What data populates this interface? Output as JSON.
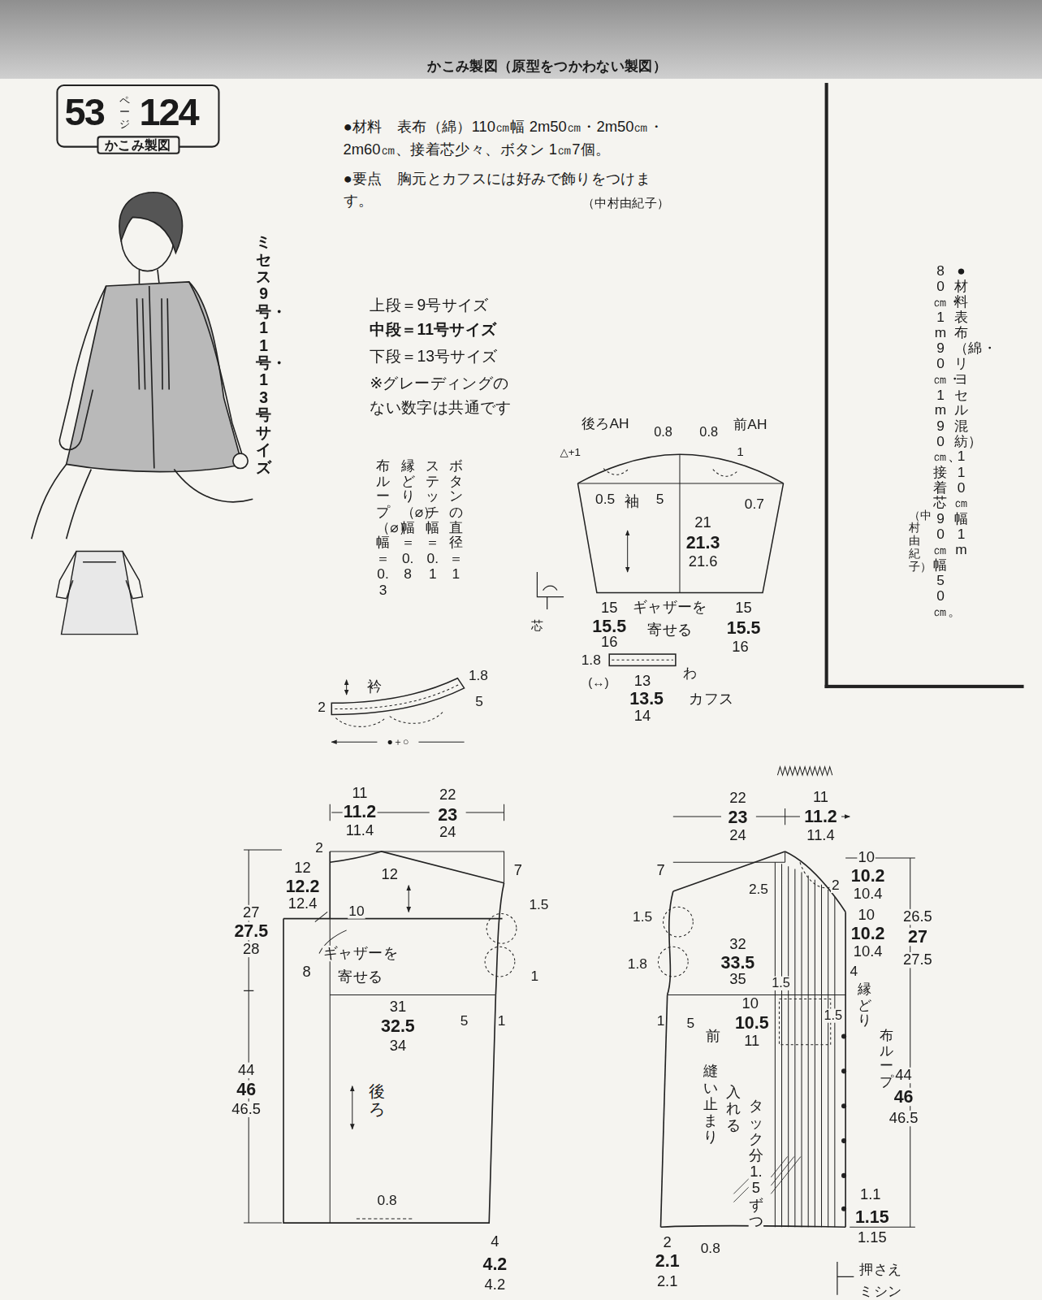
{
  "diagram": {
    "nodes": [
      {
        "text": [
          "53",
          "ページ",
          "124",
          "かこみ製図"
        ]
      },
      {
        "text": [
          "●材料　表布（綿・リヨセル混紡）110㎝幅1m",
          "80㎝・1m90㎝・1m90㎝、接着芯90㎝幅50㎝。",
          "（中村由紀子）"
        ]
      }
    ],
    "labels": [
      "かこみ製図（原型をつかわない製図）",
      "●材料　表布（綿）110㎝幅 2m50㎝・2m50㎝・2m60㎝、接着芯少々、ボタン 1㎝7個。",
      "●要点　胸元とカフスには好みで飾りをつけます。",
      "（中村由紀子）",
      "ミセス9号・11号・13号サイズ",
      "上段＝9号サイズ",
      "中段＝11号サイズ",
      "下段＝13号サイズ",
      "※グレーディングの",
      "ない数字は共通です",
      "ボタンの直径＝1",
      "ステッチ幅＝0.1",
      "縁どり（⌀）幅＝0.8",
      "布ループ（⌀）幅＝0.3",
      "後ろAH",
      "0.8",
      "0.8",
      "前AH",
      "△+1",
      "1",
      "0.5",
      "袖",
      "5",
      "0.7",
      "21",
      "21.3",
      "21.6",
      "15",
      "15.5",
      "16",
      "ギャザーを",
      "寄せる",
      "15",
      "15.5",
      "16",
      "1.8",
      "わ",
      "(↔)",
      "13",
      "13.5",
      "14",
      "カフス",
      "芯",
      "衿",
      "1.8",
      "2",
      "5",
      "●＋○",
      "11",
      "11.2",
      "11.4",
      "22",
      "23",
      "24",
      "2",
      "12",
      "12.2",
      "12.4",
      "12",
      "7",
      "1.5",
      "27",
      "27.5",
      "28",
      "10",
      "ギャザーを",
      "寄せる",
      "8",
      "1",
      "31",
      "32.5",
      "34",
      "5",
      "1",
      "44",
      "46",
      "46.5",
      "後ろ",
      "0.8",
      "4",
      "4.2",
      "4.2",
      "22",
      "23",
      "24",
      "11",
      "11.2",
      "11.4",
      "7",
      "2.5",
      "2",
      "10",
      "10.2",
      "10.4",
      "10",
      "10.2",
      "10.4",
      "26.5",
      "27",
      "27.5",
      "1.5",
      "1.8",
      "32",
      "33.5",
      "35",
      "1.5",
      "4",
      "1",
      "5",
      "10",
      "10.5",
      "11",
      "1.5",
      "前",
      "縁どり",
      "布ループ",
      "縫い止まり",
      "入れる",
      "タック分1.5ずつ",
      "44",
      "46",
      "46.5",
      "1.1",
      "1.15",
      "1.15",
      "2",
      "2.1",
      "2.1",
      "0.8",
      "押さえ",
      "ミシン"
    ]
  }
}
